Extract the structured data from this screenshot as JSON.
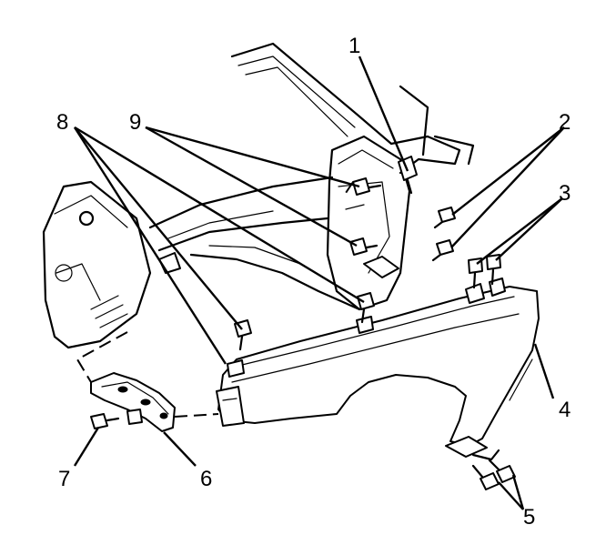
{
  "callouts": {
    "c1": "1",
    "c2": "2",
    "c3": "3",
    "c4": "4",
    "c5": "5",
    "c6": "6",
    "c7": "7",
    "c8": "8",
    "c9": "9"
  },
  "colors": {
    "ink": "#000000",
    "background": "#ffffff"
  }
}
